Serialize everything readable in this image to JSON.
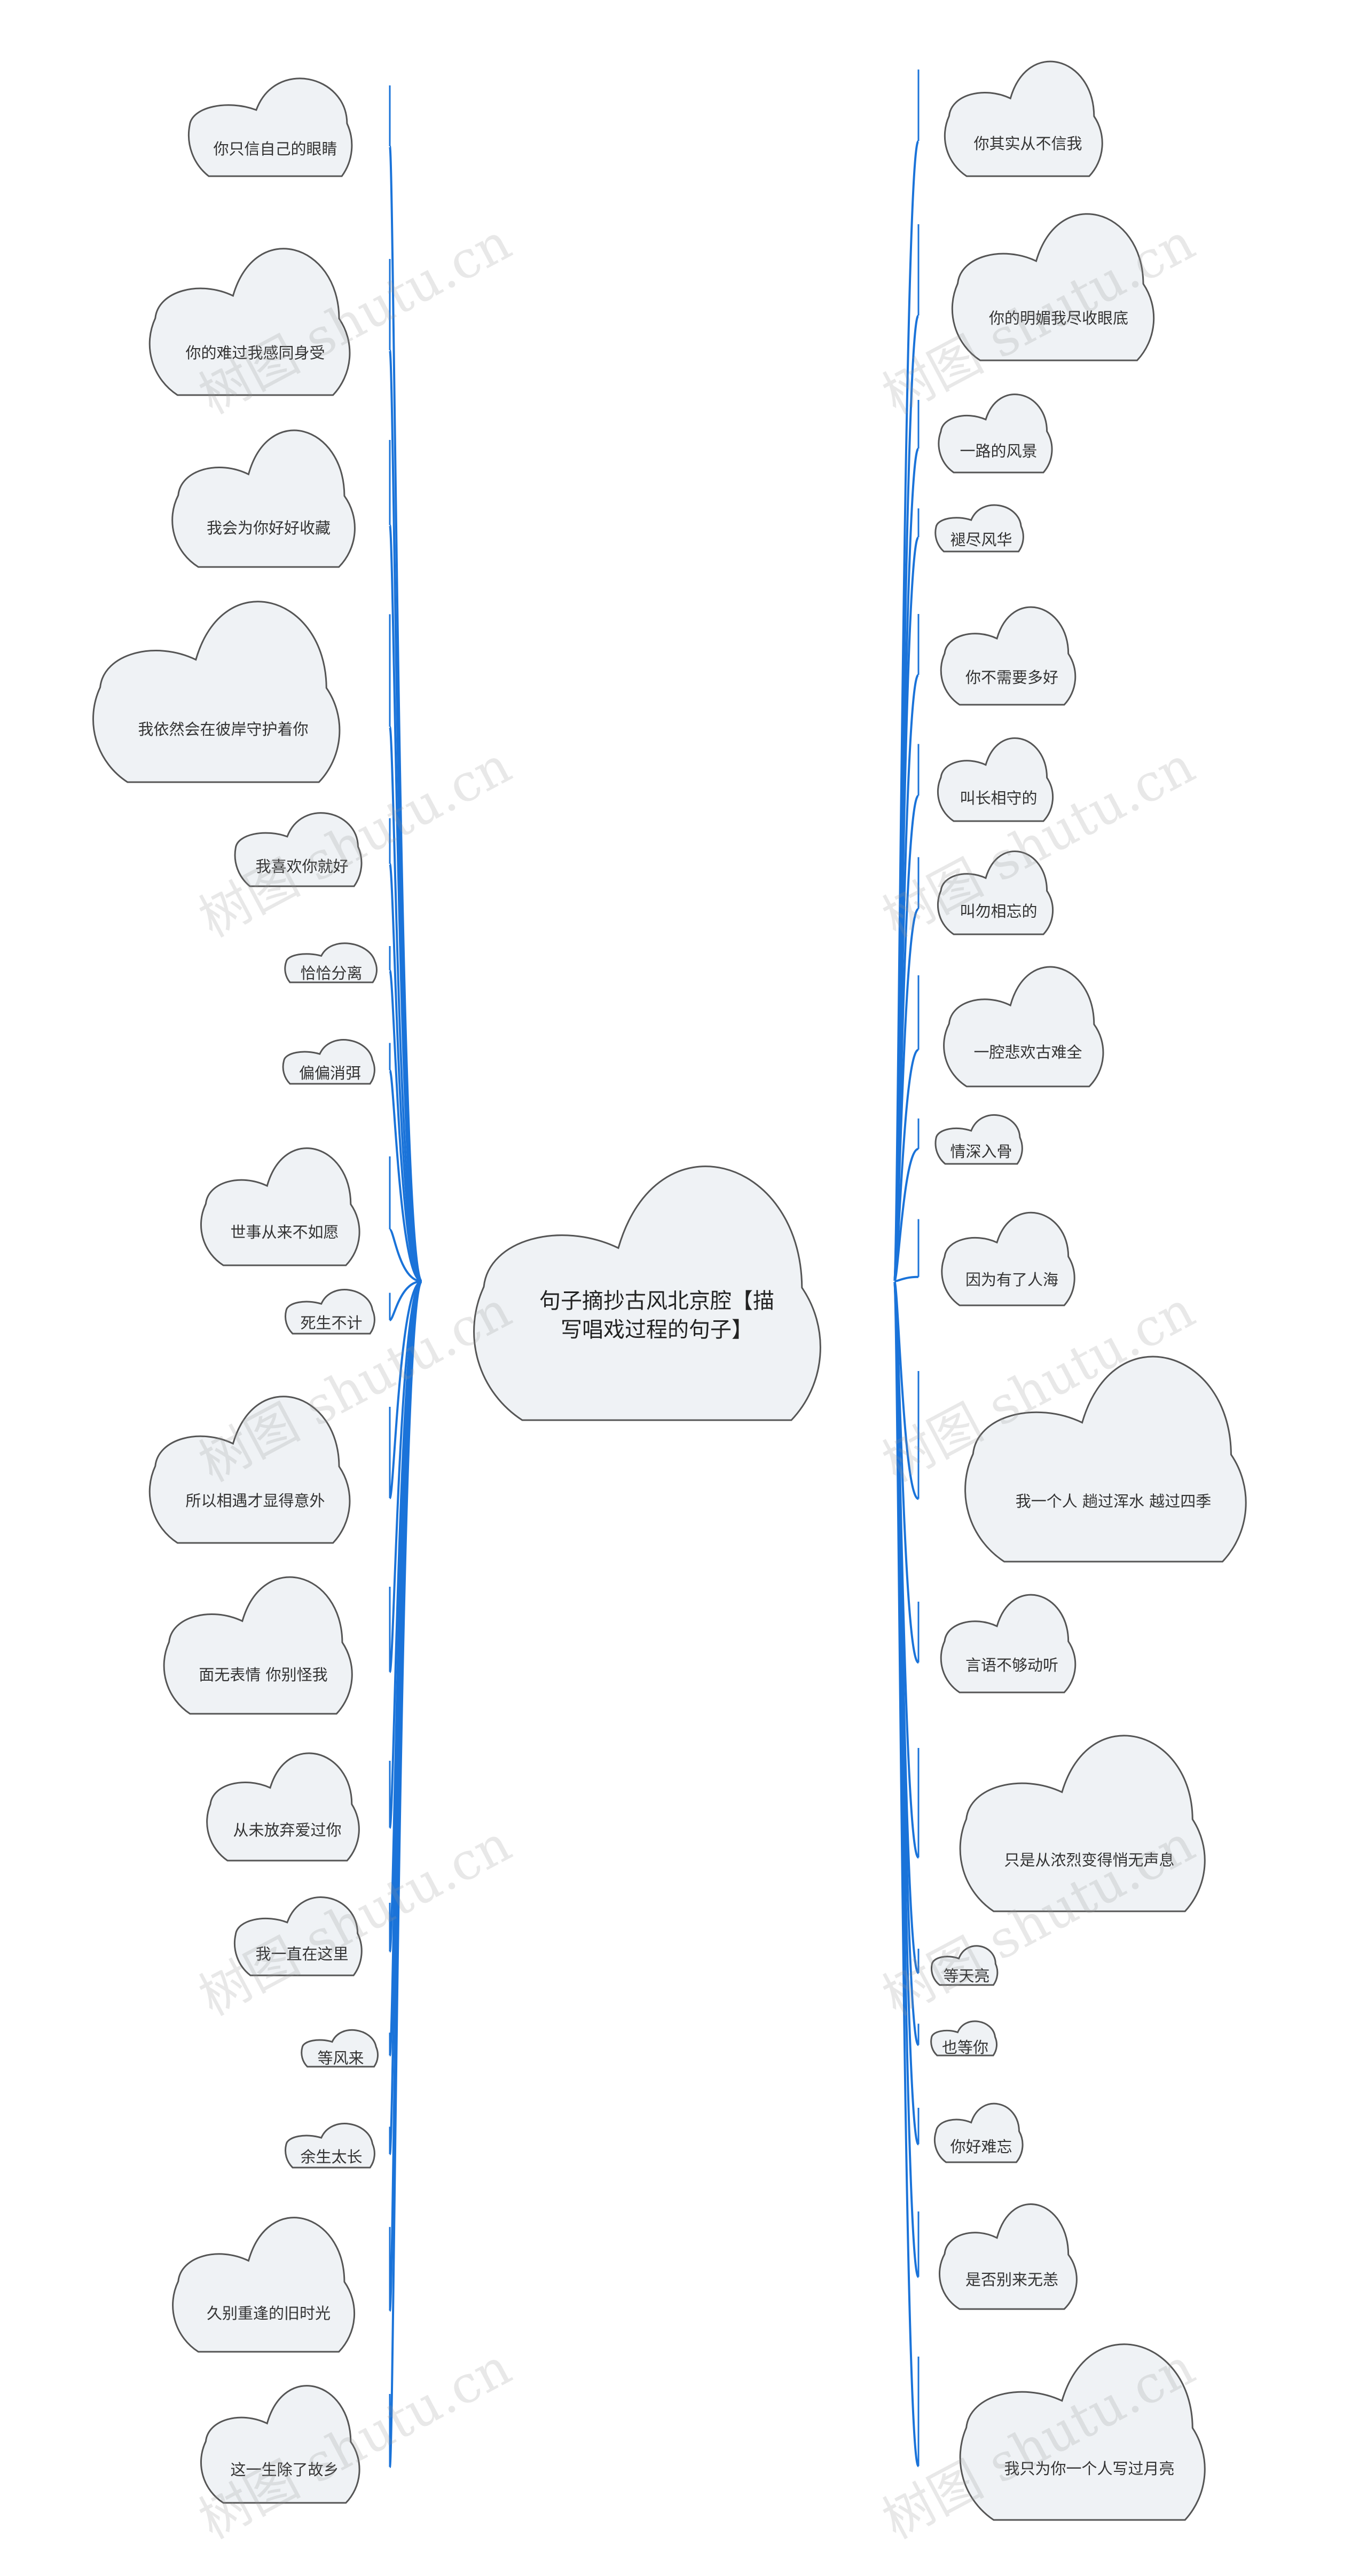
{
  "root": {
    "lines": [
      "句子摘抄古风北京腔【描",
      "写唱戏过程的句子】"
    ]
  },
  "left": [
    "你只信自己的眼睛",
    "你的难过我感同身受",
    "我会为你好好收藏",
    "我依然会在彼岸守护着你",
    "我喜欢你就好",
    "恰恰分离",
    "偏偏消弭",
    "世事从来不如愿",
    "死生不计",
    "所以相遇才显得意外",
    "面无表情 你别怪我",
    "从未放弃爱过你",
    "我一直在这里",
    "等风来",
    "余生太长",
    "久别重逢的旧时光",
    "这一生除了故乡"
  ],
  "right": [
    "你其实从不信我",
    "你的明媚我尽收眼底",
    "一路的风景",
    "褪尽风华",
    "你不需要多好",
    "叫长相守的",
    "叫勿相忘的",
    "一腔悲欢古难全",
    "情深入骨",
    "因为有了人海",
    "我一个人 趟过浑水 越过四季",
    "言语不够动听",
    "只是从浓烈变得悄无声息",
    "等天亮",
    "也等你",
    "你好难忘",
    "是否别来无恙",
    "我只为你一个人写过月亮"
  ],
  "watermark": "树图 shutu.cn",
  "colors": {
    "line": "#1a73d9",
    "fill": "#eff2f5",
    "stroke": "#555555"
  }
}
